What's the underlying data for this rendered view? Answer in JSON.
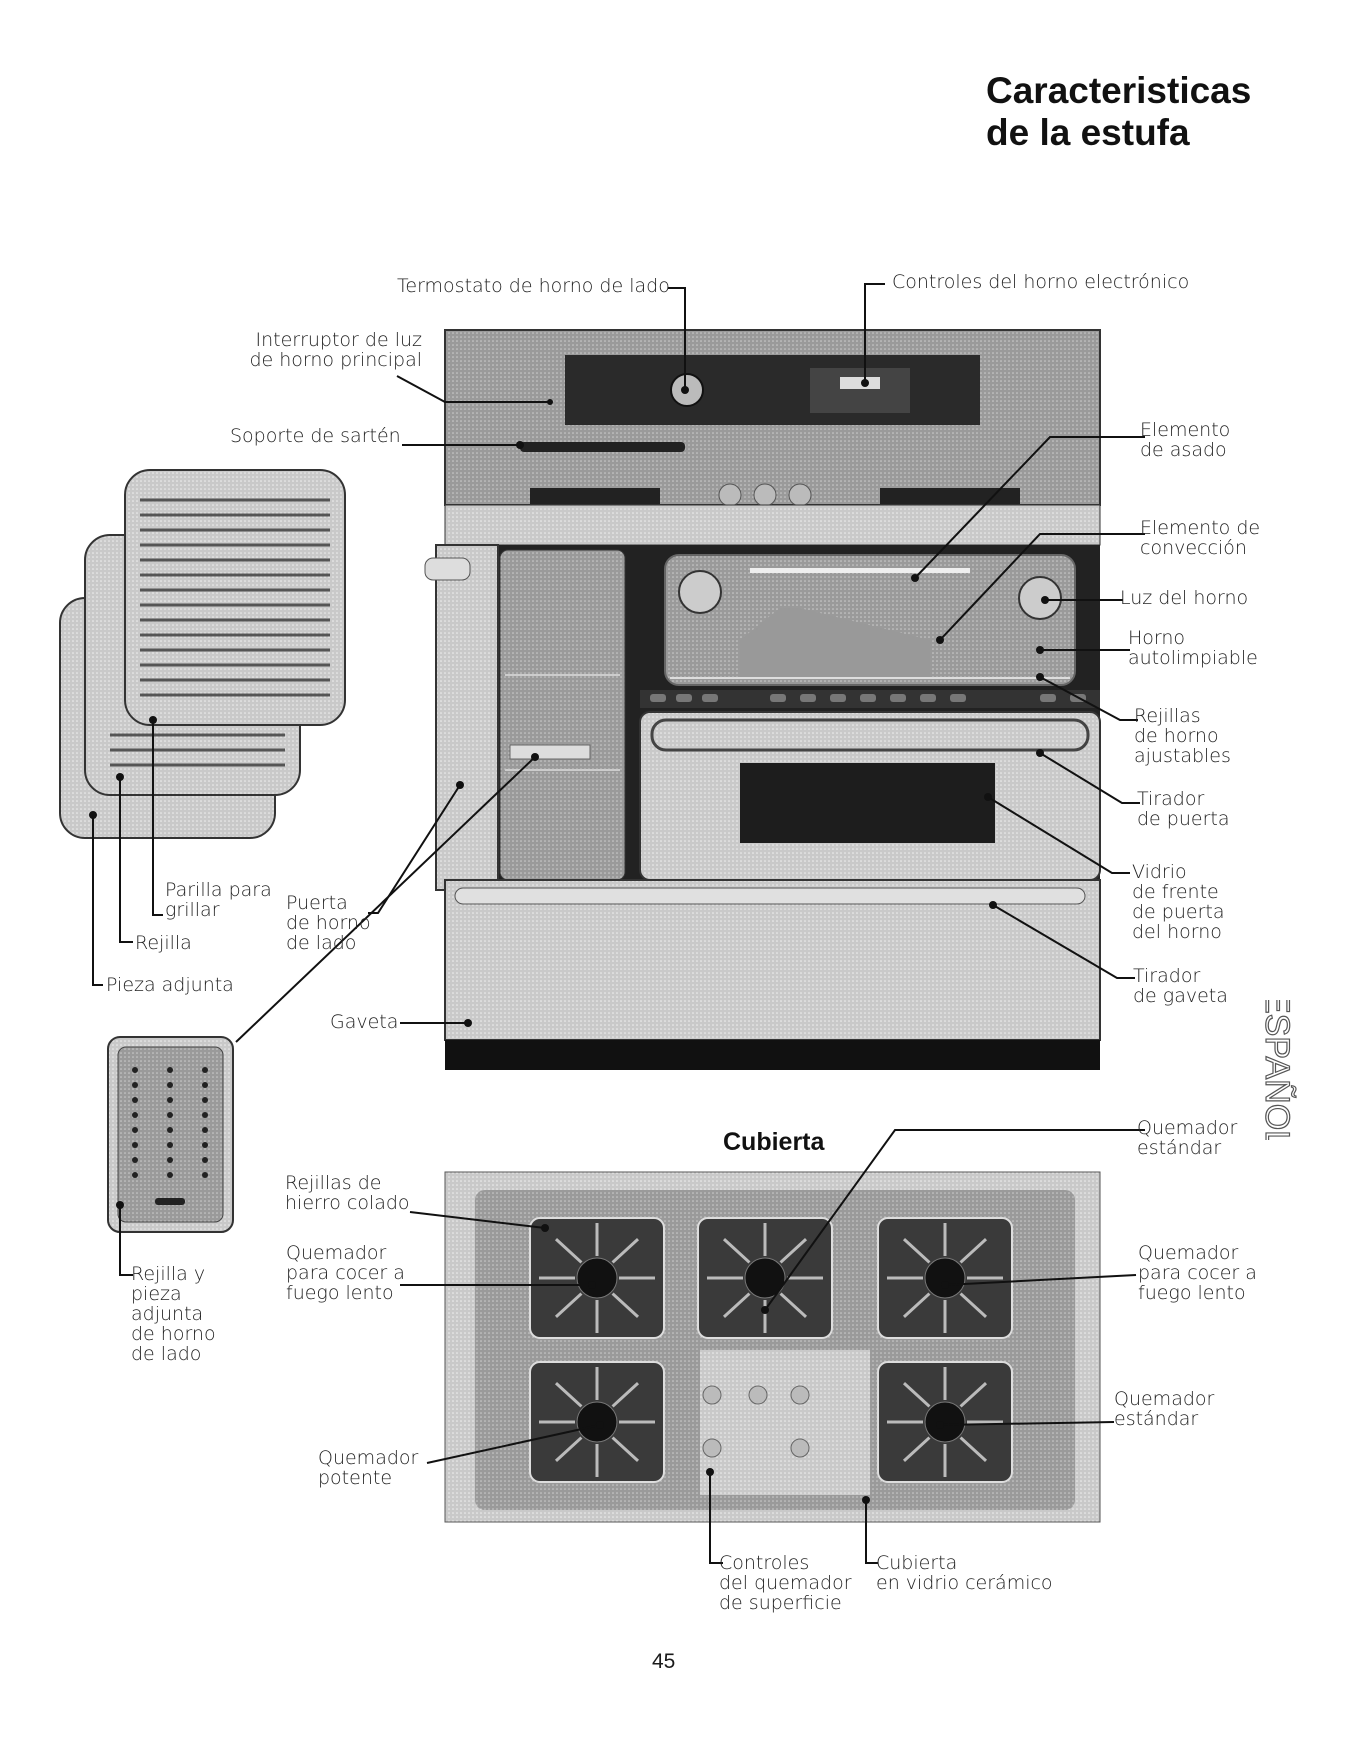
{
  "header": {
    "title_line1": "Caracteristicas",
    "title_line2": "de la estufa"
  },
  "oven_labels": {
    "thermostat": "Termostato de horno de lado",
    "controls": "Controles del horno electrónico",
    "light_switch": "Interruptor de luz\nde horno principal",
    "pan_support": "Soporte de sartén",
    "broil_element": "Elemento\nde asado",
    "convection_element": "Elemento de\nconvección",
    "oven_light": "Luz del horno",
    "self_clean": "Horno\nautolimpiable",
    "racks": "Rejillas\nde horno\najustables",
    "door_handle": "Tirador\nde puerta",
    "door_glass": "Vidrio\nde frente\nde puerta\ndel horno",
    "drawer_handle": "Tirador\nde gaveta",
    "drawer": "Gaveta",
    "side_door": "Puerta\nde horno\nde lado",
    "broil_grill": "Parilla para\ngrillar",
    "rack": "Rejilla",
    "insert": "Pieza adjunta",
    "side_rack_insert": "Rejilla y\npieza\nadjunta\nde horno\nde lado"
  },
  "cooktop": {
    "title": "Cubierta",
    "standard_burner_top": "Quemador\nestándar",
    "grates": "Rejillas de\nhierro colado",
    "simmer_left": "Quemador\npara cocer a\nfuego lento",
    "simmer_right": "Quemador\npara cocer a\nfuego lento",
    "standard_burner_right": "Quemador\nestándar",
    "power_burner": "Quemador\npotente",
    "controls": "Controles\ndel quemador\nde superficie",
    "glass_top": "Cubierta\nen vidrio cerámico"
  },
  "side_tab": "ESPAÑOL",
  "page_number": "45"
}
